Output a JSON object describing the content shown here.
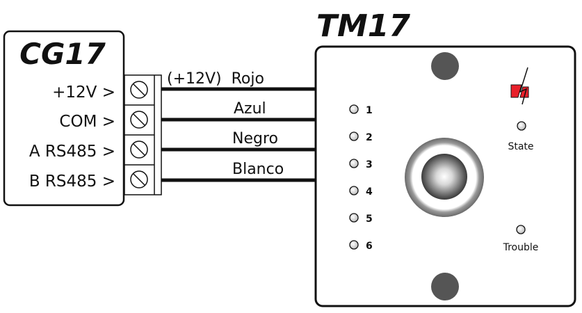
{
  "controller": {
    "title": "CG17",
    "terminals": [
      {
        "label": "+12V >"
      },
      {
        "label": "COM >"
      },
      {
        "label": "A RS485 >"
      },
      {
        "label": "B RS485 >"
      }
    ]
  },
  "wires": [
    {
      "label": "(+12V)  Rojo",
      "color_name": "Rojo"
    },
    {
      "label": "Azul",
      "color_name": "Azul"
    },
    {
      "label": "Negro",
      "color_name": "Negro"
    },
    {
      "label": "Blanco",
      "color_name": "Blanco"
    }
  ],
  "module": {
    "title": "TM17",
    "leds": [
      {
        "label": "1"
      },
      {
        "label": "2"
      },
      {
        "label": "3"
      },
      {
        "label": "4"
      },
      {
        "label": "5"
      },
      {
        "label": "6"
      }
    ],
    "state_label": "State",
    "trouble_label": "Trouble",
    "logo_color": "#e8202a",
    "screw_color": "#555555"
  }
}
